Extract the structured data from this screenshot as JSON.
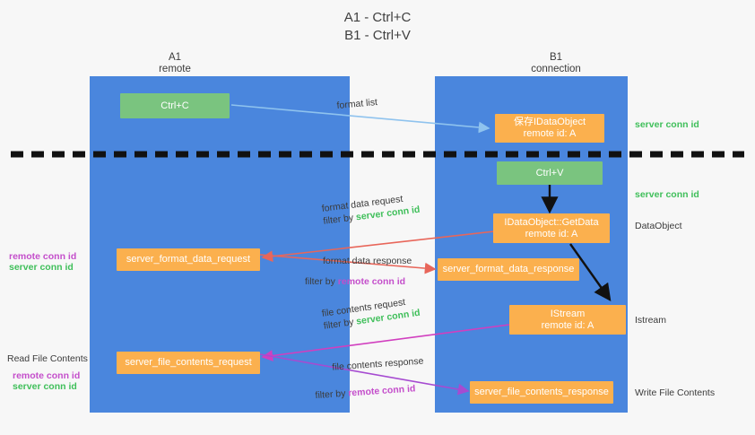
{
  "title": {
    "line1": "A1 - Ctrl+C",
    "line2": "B1 - Ctrl+V"
  },
  "columns": [
    {
      "name": "A1",
      "sub": "remote"
    },
    {
      "name": "B1",
      "sub": "connection"
    }
  ],
  "colors": {
    "lane": "#4a86dd",
    "green_box": "#7ac47f",
    "orange_box": "#fbb04e",
    "server_conn_id": "#3fbf5a",
    "remote_conn_id": "#c44ecb",
    "arrow_blue": "#8fc3ee",
    "arrow_red": "#e8665a",
    "arrow_magenta": "#d13fbf",
    "arrow_purple": "#a64bd1",
    "arrow_black": "#111111",
    "divider": "#111111"
  },
  "boxes": {
    "ctrl_c": {
      "line1": "Ctrl+C",
      "line2": ""
    },
    "save_idataobject": {
      "line1": "保存IDataObject",
      "line2": "remote id: A"
    },
    "ctrl_v": {
      "line1": "Ctrl+V",
      "line2": ""
    },
    "getdata": {
      "line1": "IDataObject::GetData",
      "line2": "remote id: A"
    },
    "server_format_data_request": {
      "line1": "server_format_data_request",
      "line2": ""
    },
    "server_format_data_response": {
      "line1": "server_format_data_response",
      "line2": ""
    },
    "istream": {
      "line1": "IStream",
      "line2": "remote id: A"
    },
    "server_file_contents_request": {
      "line1": "server_file_contents_request",
      "line2": ""
    },
    "server_file_contents_response": {
      "line1": "server_file_contents_response",
      "line2": ""
    }
  },
  "edge_labels": {
    "format_list": "format list",
    "format_data_request": "format data request",
    "format_data_request_filter_prefix": "filter by ",
    "format_data_request_filter_value": "server conn id",
    "format_data_response": "format data response",
    "format_data_response_filter_prefix": "filter by ",
    "format_data_response_filter_value": "remote conn id",
    "file_contents_request": "file contents request",
    "file_contents_request_filter_prefix": "filter by ",
    "file_contents_request_filter_value": "server conn id",
    "file_contents_response": "file contents response",
    "file_contents_response_filter_prefix": "filter by ",
    "file_contents_response_filter_value": "remote conn id"
  },
  "right_labels": {
    "server_conn_id_top": "server conn id",
    "server_conn_id_mid": "server conn id",
    "dataobject": "DataObject",
    "istream": "Istream",
    "write_file_contents": "Write File Contents"
  },
  "left_labels": {
    "remote_conn_id_mid": "remote conn id",
    "server_conn_id_mid": "server conn id",
    "read_file_contents": "Read File Contents",
    "remote_conn_id_low": "remote conn id",
    "server_conn_id_low": "server conn id"
  }
}
